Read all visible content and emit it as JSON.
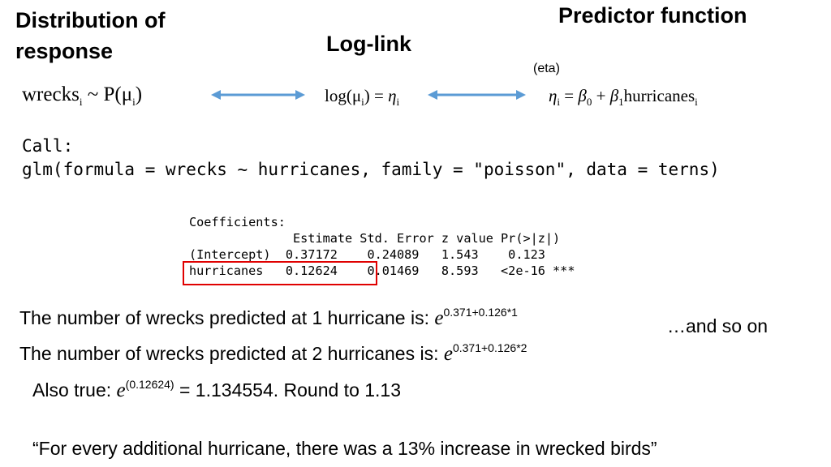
{
  "headings": {
    "distribution_line1": "Distribution of",
    "distribution_line2": "response",
    "loglink": "Log-link",
    "predictor": "Predictor function",
    "eta_note": "(eta)"
  },
  "formulas": {
    "dist_lhs": "wrecks",
    "dist_sub": "i",
    "dist_rhs": " ~ P(μ",
    "dist_sub2": "i",
    "dist_close": ")",
    "link_lhs": "log(μ",
    "link_sub": "i",
    "link_mid": ") = ",
    "link_eta": "η",
    "link_sub2": "i",
    "pred_eta": "η",
    "pred_sub": "i",
    "pred_eq": " = ",
    "pred_b0": "β",
    "pred_b0_sub": "0",
    "pred_plus": " + ",
    "pred_b1": "β",
    "pred_b1_sub": "1",
    "pred_var": "hurricanes",
    "pred_var_sub": "i"
  },
  "code": {
    "call_label": "Call:",
    "call_text": "glm(formula = wrecks ~ hurricanes, family = \"poisson\", data = terns)",
    "coef_title": "Coefficients:",
    "coef_header": "              Estimate Std. Error z value Pr(>|z|)",
    "coef_row1": "(Intercept)  0.37172    0.24089   1.543    0.123",
    "coef_row2": "hurricanes   0.12624    0.01469   8.593   <2e-16 ***"
  },
  "text": {
    "pred1_prefix": "The number of wrecks predicted at 1 hurricane is: ",
    "pred1_e": "e",
    "pred1_exp": "0.371+0.126*1",
    "pred2_prefix": "The number of wrecks predicted at 2 hurricanes is: ",
    "pred2_e": "e",
    "pred2_exp": "0.371+0.126*2",
    "so_on": "…and so on",
    "also_prefix": "Also true: ",
    "also_e": "e",
    "also_exp": "(0.12624)",
    "also_suffix": " = 1.134554. Round to 1.13",
    "quote": "“For every additional hurricane, there was a 13% increase in wrecked birds”"
  },
  "colors": {
    "arrow": "#5b9bd5",
    "highlight_box": "#e00000"
  }
}
